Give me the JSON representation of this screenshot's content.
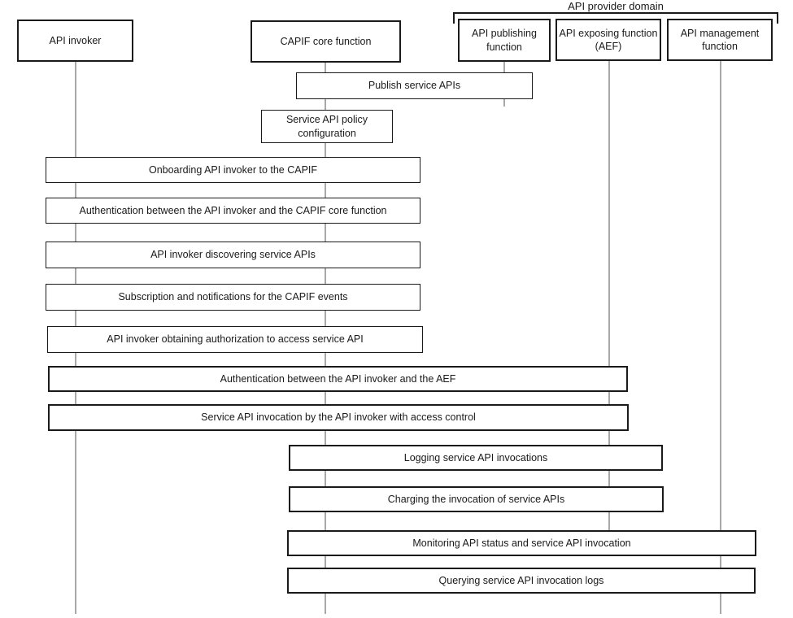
{
  "diagram": {
    "provider_domain_label": "API provider domain",
    "entities": [
      {
        "label": "API invoker"
      },
      {
        "label": "CAPIF core function"
      },
      {
        "label": "API publishing\nfunction"
      },
      {
        "label": "API exposing function\n(AEF)"
      },
      {
        "label": "API management\nfunction"
      }
    ],
    "steps": [
      {
        "label": "Publish service APIs"
      },
      {
        "label": "Service API policy\nconfiguration"
      },
      {
        "label": "Onboarding API invoker to the CAPIF"
      },
      {
        "label": "Authentication between the API invoker and the CAPIF core function"
      },
      {
        "label": "API invoker discovering service APIs"
      },
      {
        "label": "Subscription and notifications for the CAPIF events"
      },
      {
        "label": "API invoker obtaining authorization to access service API"
      },
      {
        "label": "Authentication between the API invoker and the AEF"
      },
      {
        "label": "Service API invocation by the API invoker with access control"
      },
      {
        "label": "Logging service API invocations"
      },
      {
        "label": "Charging the invocation of service APIs"
      },
      {
        "label": "Monitoring API status and service API invocation"
      },
      {
        "label": "Querying service API invocation logs"
      }
    ],
    "colors": {
      "box_border": "#1a1a1a",
      "lifeline": "#a8a8a8",
      "text": "#1a1a1a",
      "background": "#ffffff"
    }
  }
}
